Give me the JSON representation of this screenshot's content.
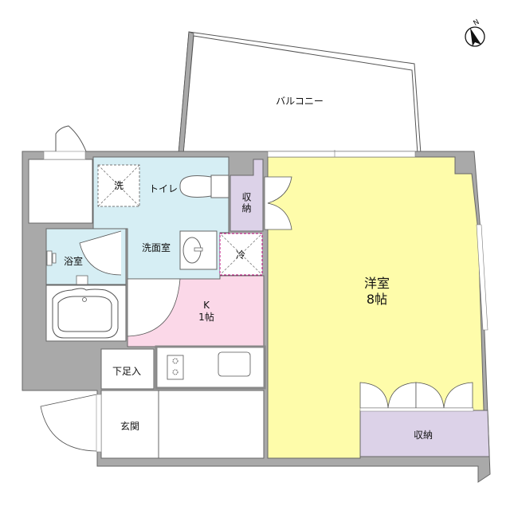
{
  "compass": {
    "label": "N",
    "icon": "north-arrow-icon"
  },
  "colors": {
    "wall": "#a9a9a9",
    "water_area": "#d6eef4",
    "kitchen": "#fbd8e8",
    "western_room": "#fefcaa",
    "storage": "#dcd2e8",
    "balcony": "#ffffff",
    "line": "#555555"
  },
  "rooms": {
    "balcony": {
      "label": "バルコニー"
    },
    "washer": {
      "label": "洗"
    },
    "toilet": {
      "label": "トイレ"
    },
    "storage_small": {
      "label": "収納"
    },
    "washroom": {
      "label": "洗面室"
    },
    "bathroom": {
      "label": "浴室"
    },
    "fridge": {
      "label": "冷"
    },
    "kitchen": {
      "label": "K",
      "size": "1帖"
    },
    "western_room": {
      "label": "洋室",
      "size": "8帖"
    },
    "shoe_box": {
      "label": "下足入"
    },
    "entrance": {
      "label": "玄関"
    },
    "storage_large": {
      "label": "収納"
    }
  }
}
